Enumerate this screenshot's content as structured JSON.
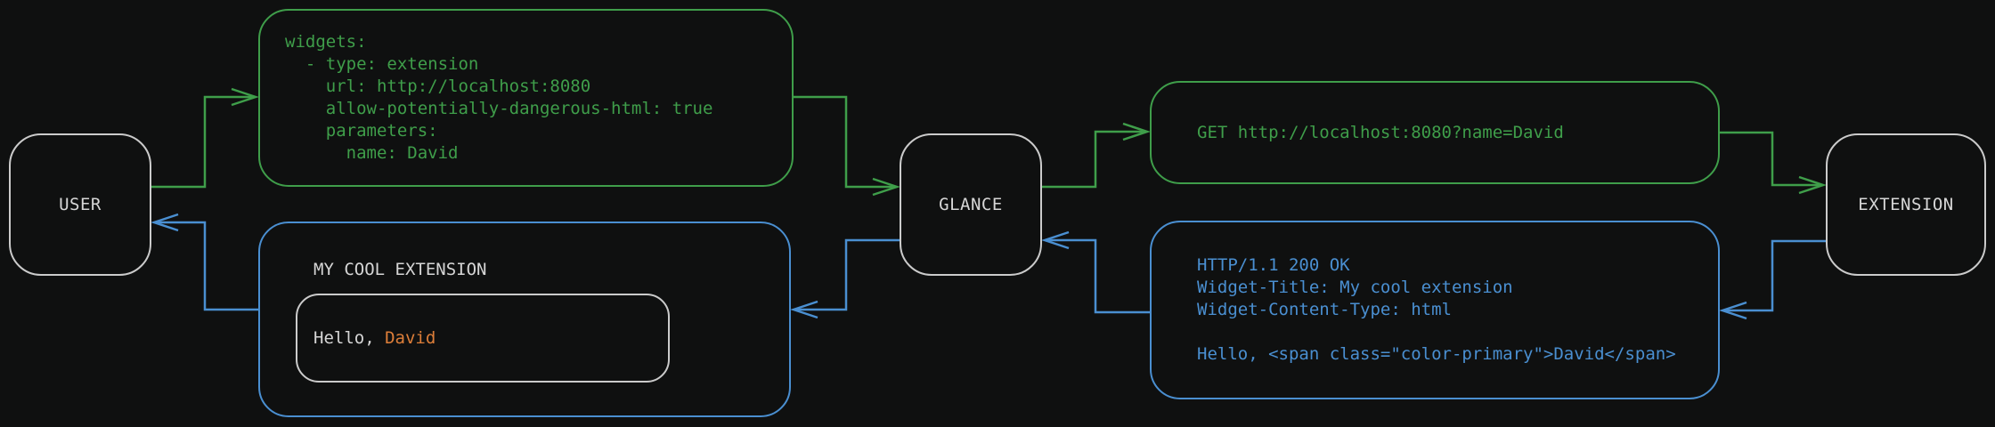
{
  "diagram": {
    "colors": {
      "request_flow_green": "#3f9e4a",
      "response_flow_blue": "#4a8fd1",
      "node_border_grey": "#cbcbcb",
      "highlight_orange": "#dd7e39",
      "background": "#0f1010"
    },
    "nodes": {
      "user": {
        "label": "USER"
      },
      "glance": {
        "label": "GLANCE"
      },
      "extension": {
        "label": "EXTENSION"
      }
    },
    "config_box": {
      "lines": [
        "widgets:",
        "  - type: extension",
        "    url: http://localhost:8080",
        "    allow-potentially-dangerous-html: true",
        "    parameters:",
        "      name: David"
      ]
    },
    "request_box": {
      "line": "GET http://localhost:8080?name=David"
    },
    "response_box": {
      "lines": [
        "HTTP/1.1 200 OK",
        "Widget-Title: My cool extension",
        "Widget-Content-Type: html",
        "",
        "Hello, <span class=\"color-primary\">David</span>"
      ]
    },
    "widget_box": {
      "title": "MY COOL EXTENSION",
      "greeting": {
        "prefix": "Hello, ",
        "name": "David"
      }
    }
  }
}
